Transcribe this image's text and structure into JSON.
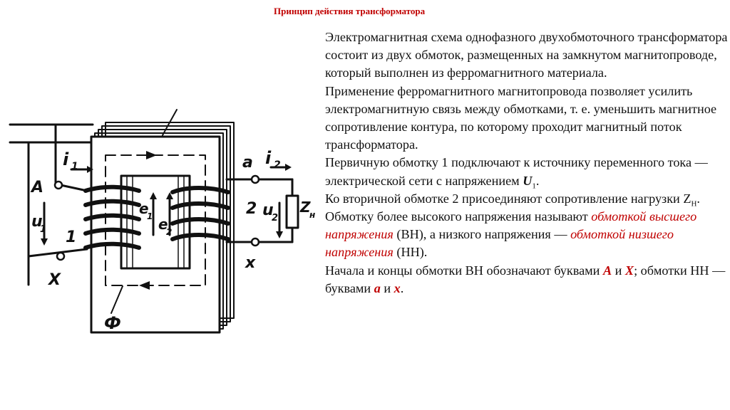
{
  "slide": {
    "title": "Принцип действия трансформатора"
  },
  "diagram": {
    "labels": {
      "A": "A",
      "X": "X",
      "a": "a",
      "x": "x",
      "i1": "i",
      "i1_sub": "1",
      "i2": "i",
      "i2_sub": "2",
      "u1": "u",
      "u1_sub": "1",
      "u2": "u",
      "u2_sub": "2",
      "e1": "e",
      "e1_sub": "1",
      "e2": "e",
      "e2_sub": "2",
      "w1": "1",
      "w2": "2",
      "zn": "Z",
      "zn_sub": "н",
      "phi": "Ф"
    }
  },
  "text": {
    "p1": "Электромагнитная схема однофазного двухобмоточного трансформатора состоит из двух обмоток, размещенных на замкнутом магнитопроводе, который выполнен из ферромагнитного материала.",
    "p2": " Применение ферромагнитного магнитопровода позволяет усилить электромагнитную связь между обмотками, т. е. уменьшить магнитное сопротивление контура, по которому проходит магнитный поток трансформатора.",
    "p3_a": " Первичную обмотку 1 подключают к источнику переменного тока — электрической сети с напряжением ",
    "p3_u": "U",
    "p3_sub": "1",
    "p3_end": ".",
    "p4_a": " Ко вторичной обмотке 2 присоединяют сопротивление нагрузки Z",
    "p4_sub": "Н",
    "p4_end": ".",
    "p5_a": "Обмотку более высокого напряжения называют ",
    "p5_red1": "обмоткой высшего напряжения",
    "p5_b": " (ВН), а низкого напряжения — ",
    "p5_red2": "обмоткой низшего напряжения",
    "p5_c": " (НН).",
    "p6_a": "Начала и концы обмотки ВН обозначают буквами ",
    "p6_A": "А",
    "p6_and1": " и ",
    "p6_X": "Х",
    "p6_b": "; обмотки НН — буквами ",
    "p6_a_small": "а",
    "p6_and2": " и ",
    "p6_x_small": "х",
    "p6_end": "."
  }
}
